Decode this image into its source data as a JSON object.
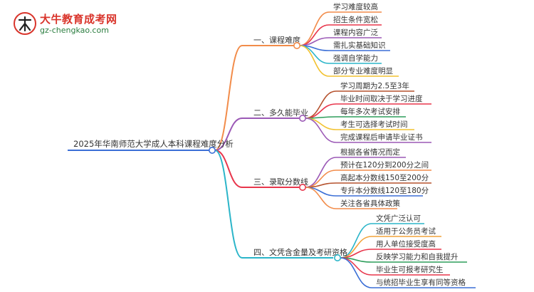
{
  "logo": {
    "title": "大牛教育成考网",
    "url": "gz-chengkao.com"
  },
  "root": {
    "label": "2025年华南师范大学成人本科课程难度分析"
  },
  "branches": [
    {
      "label": "一、课程难度",
      "color": "#f28c4a",
      "children": [
        {
          "label": "学习难度较高",
          "color": "#f28c4a"
        },
        {
          "label": "招生条件宽松",
          "color": "#e8364c"
        },
        {
          "label": "课程内容广泛",
          "color": "#9b59b6"
        },
        {
          "label": "需扎实基础知识",
          "color": "#3b6fd6"
        },
        {
          "label": "强调自学能力",
          "color": "#2bb5c9"
        },
        {
          "label": "部分专业难度明显",
          "color": "#f2c230"
        }
      ]
    },
    {
      "label": "二、多久能毕业",
      "color": "#9b59b6",
      "children": [
        {
          "label": "学习周期为2.5至3年",
          "color": "#b5522e"
        },
        {
          "label": "毕业时间取决于学习进度",
          "color": "#e8364c"
        },
        {
          "label": "每年多次考试安排",
          "color": "#2e9e5b"
        },
        {
          "label": "考生可选择考试时间",
          "color": "#f2c230"
        },
        {
          "label": "完成课程后申请毕业证书",
          "color": "#9b59b6"
        }
      ]
    },
    {
      "label": "三、录取分数线",
      "color": "#e8364c",
      "children": [
        {
          "label": "根据各省情况而定",
          "color": "#9b59b6"
        },
        {
          "label": "预计在120分到200分之间",
          "color": "#f28c4a"
        },
        {
          "label": "高起本分数线150至200分",
          "color": "#b5522e"
        },
        {
          "label": "专升本分数线120至180分",
          "color": "#3b6fd6"
        },
        {
          "label": "关注各省具体政策",
          "color": "#f28c4a"
        }
      ]
    },
    {
      "label": "四、文凭含金量及考研资格",
      "color": "#2bb5c9",
      "children": [
        {
          "label": "文凭广泛认可",
          "color": "#2bb5c9"
        },
        {
          "label": "适用于公务员考试",
          "color": "#f2a33a"
        },
        {
          "label": "用人单位接受度高",
          "color": "#e8364c"
        },
        {
          "label": "反映学习能力和自我提升",
          "color": "#2e9e5b"
        },
        {
          "label": "毕业生可报考研究生",
          "color": "#e8364c"
        },
        {
          "label": "与统招毕业生享有同等资格",
          "color": "#3b6fd6"
        }
      ]
    }
  ]
}
